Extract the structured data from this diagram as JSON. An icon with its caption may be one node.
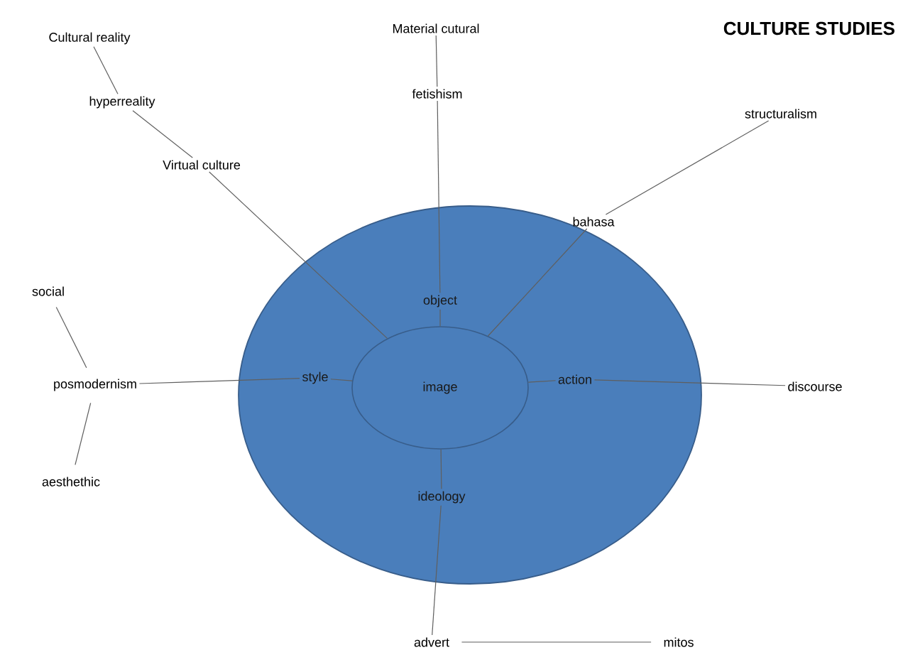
{
  "diagram": {
    "title": "CULTURE STUDIES",
    "nodes": [
      {
        "text": [],
        "shape": "ellipse"
      },
      {
        "text": [
          "image"
        ],
        "in": 0
      },
      {
        "text": [
          "object"
        ],
        "in": 0
      },
      {
        "text": [
          "style"
        ],
        "in": 0
      },
      {
        "text": [
          "action"
        ],
        "in": 0
      },
      {
        "text": [
          "ideology"
        ],
        "in": 0
      },
      {
        "text": [
          "Material cutural"
        ]
      },
      {
        "text": [
          "fetishism"
        ]
      },
      {
        "text": [
          "Cultural reality"
        ]
      },
      {
        "text": [
          "hyperreality"
        ]
      },
      {
        "text": [
          "Virtual culture"
        ]
      },
      {
        "text": [
          "bahasa"
        ]
      },
      {
        "text": [
          "structuralism"
        ]
      },
      {
        "text": [
          "posmodernism"
        ]
      },
      {
        "text": [
          "discourse"
        ]
      },
      {
        "text": [
          "advert"
        ]
      },
      {
        "text": [
          "mitos"
        ]
      },
      {
        "text": [
          "social"
        ]
      },
      {
        "text": [
          "aesthethic"
        ]
      }
    ],
    "edges": [
      {
        "from": 1,
        "to": 2,
        "arrow": "none"
      },
      {
        "from": 2,
        "to": 7,
        "arrow": "none"
      },
      {
        "from": 7,
        "to": 6,
        "arrow": "none"
      },
      {
        "from": 1,
        "to": 10,
        "arrow": "none"
      },
      {
        "from": 10,
        "to": 9,
        "arrow": "none"
      },
      {
        "from": 9,
        "to": 8,
        "arrow": "none"
      },
      {
        "from": 1,
        "to": 11,
        "arrow": "none"
      },
      {
        "from": 11,
        "to": 12,
        "arrow": "none"
      },
      {
        "from": 1,
        "to": 3,
        "arrow": "none"
      },
      {
        "from": 3,
        "to": 13,
        "arrow": "none"
      },
      {
        "from": 1,
        "to": 4,
        "arrow": "none"
      },
      {
        "from": 4,
        "to": 14,
        "arrow": "none"
      },
      {
        "from": 1,
        "to": 5,
        "arrow": "none"
      },
      {
        "from": 5,
        "to": 15,
        "arrow": "none"
      },
      {
        "from": 15,
        "to": 16,
        "arrow": "none"
      },
      {
        "from": 17,
        "to": 13,
        "arrow": "none"
      },
      {
        "from": 13,
        "to": 18,
        "arrow": "none"
      }
    ]
  }
}
